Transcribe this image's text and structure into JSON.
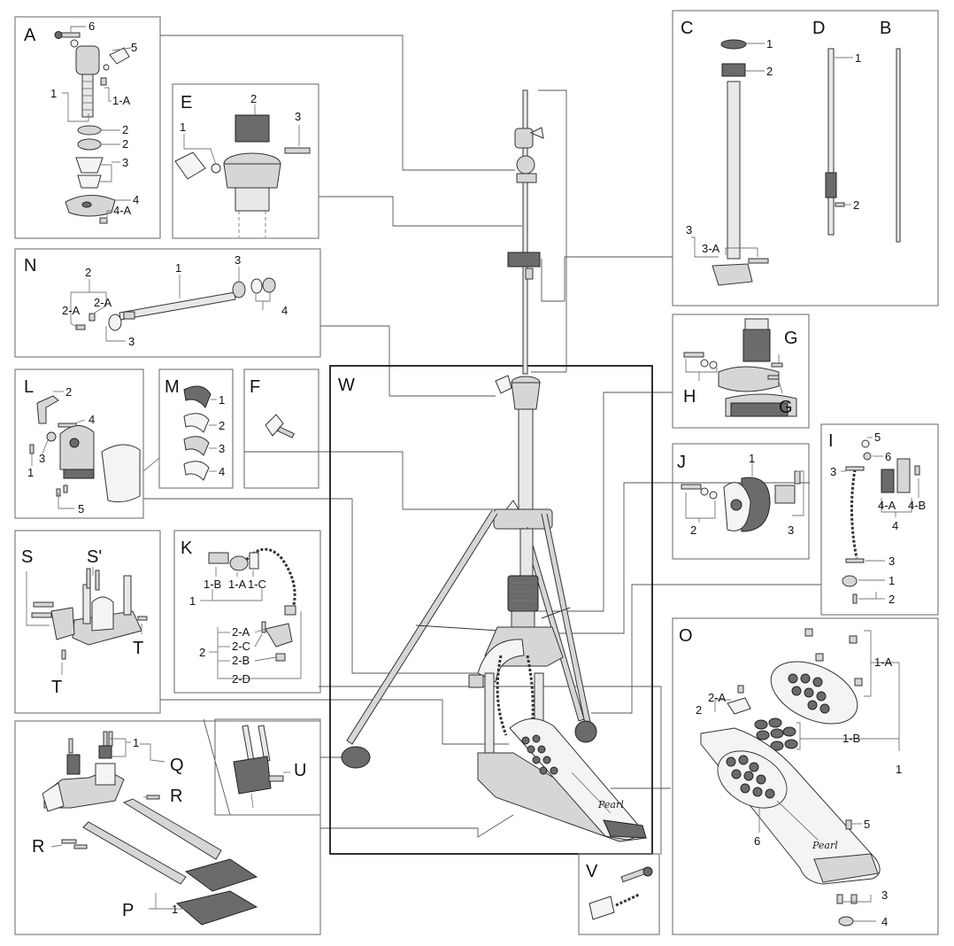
{
  "brand": "Pearl",
  "boxes": {
    "A": {
      "letter": "A",
      "labels": [
        "6",
        "5",
        "1",
        "1-A",
        "2",
        "2",
        "3",
        "4",
        "4-A"
      ]
    },
    "E": {
      "letter": "E",
      "labels": [
        "2",
        "3",
        "1"
      ]
    },
    "C": {
      "letter": "C",
      "labels": [
        "1",
        "2",
        "3",
        "3-A"
      ]
    },
    "D": {
      "letter": "D",
      "labels": [
        "1",
        "2"
      ]
    },
    "B": {
      "letter": "B"
    },
    "N": {
      "letter": "N",
      "labels": [
        "1",
        "2",
        "2-A",
        "2-A",
        "3",
        "3",
        "4"
      ]
    },
    "L": {
      "letter": "L",
      "labels": [
        "2",
        "4",
        "3",
        "1",
        "5"
      ]
    },
    "M": {
      "letter": "M",
      "labels": [
        "1",
        "2",
        "3",
        "4"
      ]
    },
    "F": {
      "letter": "F"
    },
    "W": {
      "letter": "W"
    },
    "H": {
      "letter": "H"
    },
    "G": {
      "letter": "G"
    },
    "G2": {
      "letter": "G"
    },
    "J": {
      "letter": "J",
      "labels": [
        "1",
        "2",
        "3"
      ]
    },
    "I": {
      "letter": "I",
      "labels": [
        "5",
        "6",
        "3",
        "4-A",
        "4-B",
        "4",
        "3",
        "1",
        "2"
      ]
    },
    "S": {
      "letter": "S"
    },
    "S2": {
      "letter": "S'"
    },
    "T": {
      "letter": "T"
    },
    "T2": {
      "letter": "T"
    },
    "K": {
      "letter": "K",
      "labels": [
        "1-B",
        "1-A",
        "1-C",
        "1",
        "2-A",
        "2-C",
        "2-B",
        "2-D",
        "2"
      ]
    },
    "O": {
      "letter": "O",
      "labels": [
        "1-A",
        "2-A",
        "2",
        "1-B",
        "1",
        "5",
        "6",
        "3",
        "4"
      ]
    },
    "Q": {
      "letter": "Q",
      "labels": [
        "1"
      ]
    },
    "R": {
      "letter": "R"
    },
    "R2": {
      "letter": "R"
    },
    "P": {
      "letter": "P",
      "labels": [
        "1"
      ]
    },
    "U": {
      "letter": "U"
    },
    "V": {
      "letter": "V"
    }
  }
}
